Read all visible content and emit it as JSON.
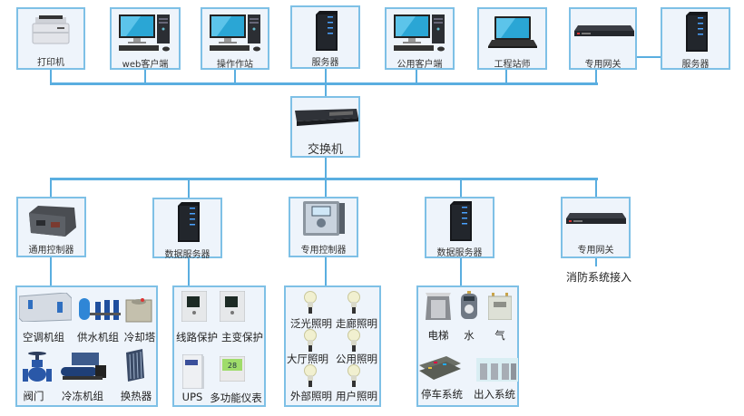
{
  "diagram": {
    "top_row": [
      {
        "label": "打印机",
        "icon": "printer-icon"
      },
      {
        "label": "web客户端",
        "icon": "desktop-computer-icon"
      },
      {
        "label": "操作作站",
        "icon": "desktop-computer-icon"
      },
      {
        "label": "服务器",
        "icon": "server-tower-icon"
      },
      {
        "label": "公用客户端",
        "icon": "desktop-computer-icon"
      },
      {
        "label": "工程站师",
        "icon": "laptop-icon"
      },
      {
        "label": "专用网关",
        "icon": "rack-gateway-icon"
      },
      {
        "label": "服务器",
        "icon": "server-tower-icon"
      }
    ],
    "switch": {
      "label": "交换机",
      "icon": "network-switch-icon"
    },
    "middle_row": [
      {
        "label": "通用控制器",
        "icon": "controller-box-icon"
      },
      {
        "label": "数据服务器",
        "icon": "server-tower-icon"
      },
      {
        "label": "专用控制器",
        "icon": "panel-controller-icon"
      },
      {
        "label": "数据服务器",
        "icon": "server-tower-icon"
      },
      {
        "label": "专用网关",
        "icon": "rack-gateway-icon"
      }
    ],
    "fire_access_label": "消防系统接入",
    "device_groups": [
      {
        "name": "hvac-group",
        "items": [
          {
            "label": "空调机组",
            "icon": "air-handling-unit-icon"
          },
          {
            "label": "供水机组",
            "icon": "water-pump-icon"
          },
          {
            "label": "冷却塔",
            "icon": "cooling-tower-icon"
          },
          {
            "label": "阀门",
            "icon": "valve-icon"
          },
          {
            "label": "冷冻机组",
            "icon": "chiller-icon"
          },
          {
            "label": "换热器",
            "icon": "heat-exchanger-icon"
          }
        ]
      },
      {
        "name": "power-group",
        "items": [
          {
            "label": "线路保护",
            "icon": "protection-relay-icon"
          },
          {
            "label": "主变保护",
            "icon": "protection-relay-icon"
          },
          {
            "label": "UPS",
            "icon": "ups-icon"
          },
          {
            "label": "多功能仪表",
            "icon": "multifunction-meter-icon"
          }
        ]
      },
      {
        "name": "lighting-group",
        "items": [
          {
            "label": "泛光照明",
            "icon": "light-bulb-icon"
          },
          {
            "label": "走廊照明",
            "icon": "light-bulb-icon"
          },
          {
            "label": "大厅照明",
            "icon": "light-bulb-icon"
          },
          {
            "label": "公用照明",
            "icon": "light-bulb-icon"
          },
          {
            "label": "外部照明",
            "icon": "light-bulb-icon"
          },
          {
            "label": "用户照明",
            "icon": "light-bulb-icon"
          }
        ]
      },
      {
        "name": "facility-group",
        "items": [
          {
            "label": "电梯",
            "icon": "elevator-icon"
          },
          {
            "label": "水",
            "icon": "water-meter-icon"
          },
          {
            "label": "气",
            "icon": "gas-meter-icon"
          },
          {
            "label": "停车系统",
            "icon": "parking-system-icon"
          },
          {
            "label": "出入系统",
            "icon": "access-gate-icon"
          }
        ]
      }
    ],
    "colors": {
      "line": "#5aaee0",
      "box_border": "#7ec0e6",
      "box_fill": "#eef4fb"
    }
  }
}
